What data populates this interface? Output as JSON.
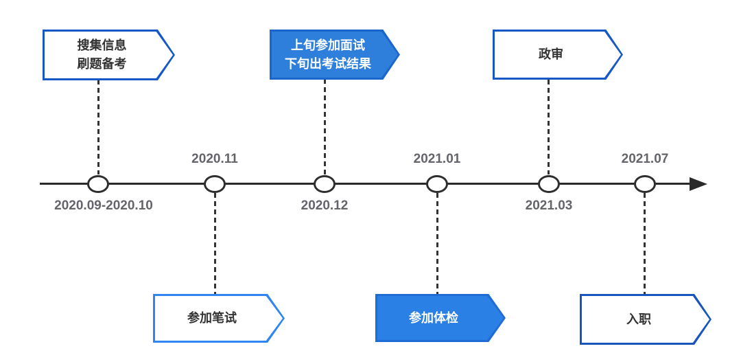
{
  "diagram": {
    "type": "timeline",
    "background": "#ffffff",
    "axis_color": "#2a2a2a",
    "date_color": "#64646a",
    "milestones": [
      {
        "date": "2020.09-2020.10",
        "date_side": "below",
        "banner_side": "top",
        "banner": {
          "lines": [
            "搜集信息",
            "刷题备考"
          ],
          "style": "outline",
          "border_color": "#1658c4",
          "fill_color": "#ffffff",
          "text_color": "#333333"
        }
      },
      {
        "date": "2020.11",
        "date_side": "above",
        "banner_side": "bottom",
        "banner": {
          "lines": [
            "参加笔试"
          ],
          "style": "outline",
          "border_color": "#2e86ee",
          "fill_color": "#ffffff",
          "text_color": "#333333"
        }
      },
      {
        "date": "2020.12",
        "date_side": "below",
        "banner_side": "top",
        "banner": {
          "lines": [
            "上旬参加面试",
            "下旬出考试结果"
          ],
          "style": "filled",
          "border_color": "#1a66cc",
          "fill_color": "#2e7fdb",
          "text_color": "#ffffff"
        }
      },
      {
        "date": "2021.01",
        "date_side": "above",
        "banner_side": "bottom",
        "banner": {
          "lines": [
            "参加体检"
          ],
          "style": "filled",
          "border_color": "#1f6cd4",
          "fill_color": "#2b80e6",
          "text_color": "#ffffff"
        }
      },
      {
        "date": "2021.03",
        "date_side": "below",
        "banner_side": "top",
        "banner": {
          "lines": [
            "政审"
          ],
          "style": "outline",
          "border_color": "#1658c4",
          "fill_color": "#ffffff",
          "text_color": "#333333"
        }
      },
      {
        "date": "2021.07",
        "date_side": "above",
        "banner_side": "bottom",
        "banner": {
          "lines": [
            "入职"
          ],
          "style": "outline",
          "border_color": "#1a55bc",
          "fill_color": "#ffffff",
          "text_color": "#333333"
        }
      }
    ]
  }
}
